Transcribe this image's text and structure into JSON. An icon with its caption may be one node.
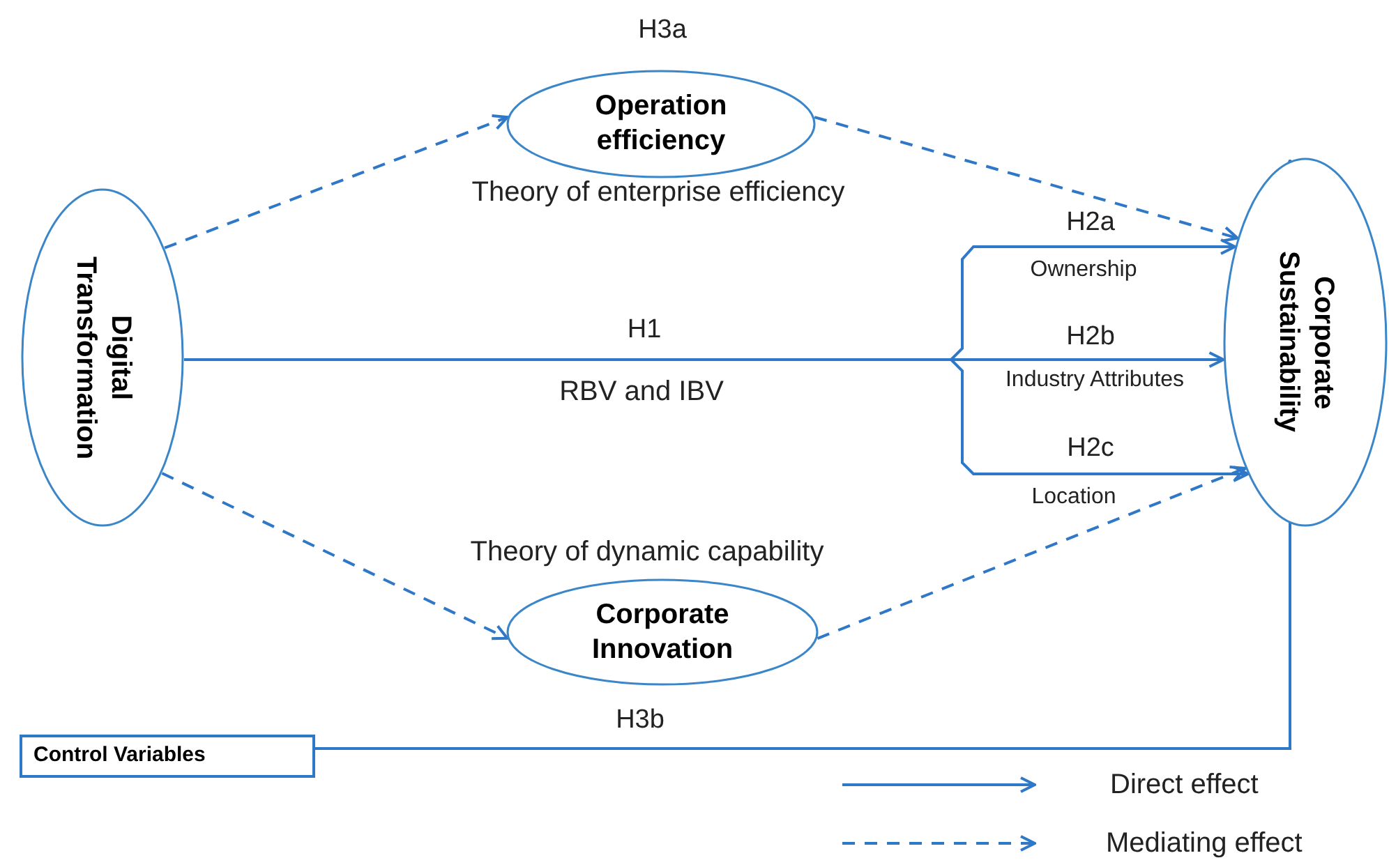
{
  "diagram": {
    "nodes": [
      {
        "text": [
          "Digital Transformation"
        ]
      },
      {
        "text": [
          "Operation efficiency"
        ]
      },
      {
        "text": [
          "Corporate Sustainability"
        ]
      },
      {
        "text": [
          "Corporate Innovation"
        ]
      },
      {
        "text": [
          "Control Variables"
        ]
      }
    ],
    "edges": [
      {
        "from": 0,
        "to": 1,
        "arrow": "to",
        "style": "dashed"
      },
      {
        "from": 1,
        "to": 2,
        "arrow": "to",
        "style": "dashed"
      },
      {
        "from": 0,
        "to": 3,
        "arrow": "to",
        "style": "dashed"
      },
      {
        "from": 3,
        "to": 2,
        "arrow": "to",
        "style": "dashed"
      },
      {
        "from": 0,
        "to": 2,
        "arrow": "to",
        "label": "H2a"
      },
      {
        "from": 0,
        "to": 2,
        "arrow": "to",
        "label": "H2b"
      },
      {
        "from": 0,
        "to": 2,
        "arrow": "to",
        "label": "H2c"
      },
      {
        "from": 4,
        "to": 2,
        "arrow": "to"
      }
    ],
    "labels": [
      "H3a",
      "Theory of enterprise efficiency",
      "Ownership",
      "H1",
      "RBV and IBV",
      "Industry Attributes",
      "Location",
      "Theory of dynamic capability",
      "H3b"
    ],
    "legend": [
      {
        "text": "Direct effect"
      },
      {
        "text": "Mediating effect"
      }
    ]
  }
}
